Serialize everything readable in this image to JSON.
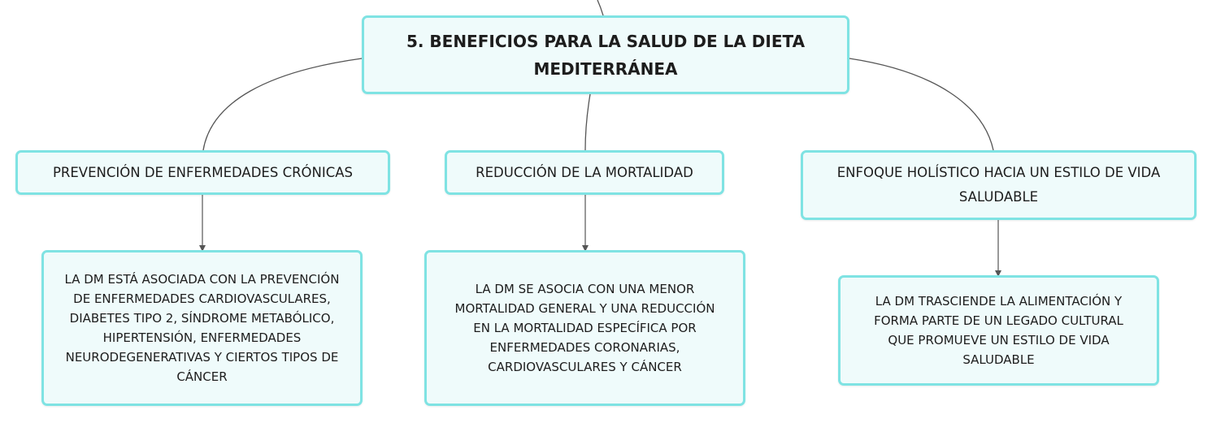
{
  "root": {
    "title_line1": "5. BENEFICIOS PARA LA SALUD DE LA DIETA",
    "title_line2": "MEDITERRÁNEA"
  },
  "categories": [
    {
      "lines": [
        "PREVENCIÓN DE ENFERMEDADES CRÓNICAS"
      ],
      "detail_lines": [
        "LA DM ESTÁ ASOCIADA CON LA PREVENCIÓN",
        "DE ENFERMEDADES CARDIOVASCULARES,",
        "DIABETES TIPO 2, SÍNDROME METABÓLICO,",
        "HIPERTENSIÓN, ENFERMEDADES",
        "NEURODEGENERATIVAS Y CIERTOS TIPOS DE",
        "CÁNCER"
      ]
    },
    {
      "lines": [
        "REDUCCIÓN DE LA MORTALIDAD"
      ],
      "detail_lines": [
        "LA DM SE ASOCIA CON UNA MENOR",
        "MORTALIDAD GENERAL Y UNA REDUCCIÓN",
        "EN LA MORTALIDAD ESPECÍFICA POR",
        "ENFERMEDADES CORONARIAS,",
        "CARDIOVASCULARES Y CÁNCER"
      ]
    },
    {
      "lines": [
        "ENFOQUE HOLÍSTICO HACIA UN ESTILO DE VIDA",
        "SALUDABLE"
      ],
      "detail_lines": [
        "LA DM TRASCIENDE LA ALIMENTACIÓN Y",
        "FORMA PARTE DE UN LEGADO CULTURAL",
        "QUE PROMUEVE UN ESTILO DE VIDA",
        "SALUDABLE"
      ]
    }
  ],
  "colors": {
    "node_border": "#7fe3e3",
    "node_fill": "#effbfb",
    "connector": "#555555",
    "text": "#1d1d1d"
  }
}
